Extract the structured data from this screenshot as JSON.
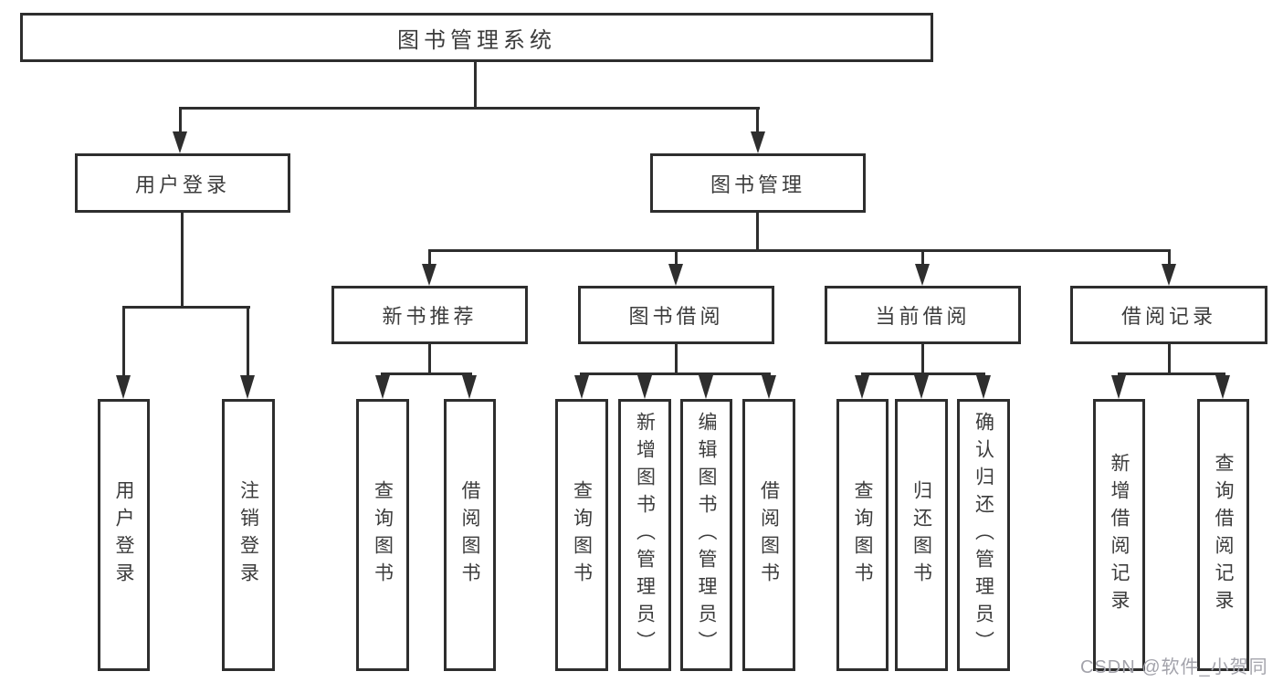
{
  "diagram": {
    "root": "图书管理系统",
    "level1": {
      "user_login": "用户登录",
      "book_mgmt": "图书管理"
    },
    "level2": {
      "new_books": "新书推荐",
      "book_borrow": "图书借阅",
      "current_borrow": "当前借阅",
      "borrow_records": "借阅记录"
    },
    "leaves": {
      "user_login": "用户登录",
      "logout": "注销登录",
      "nb_query": "查询图书",
      "nb_borrow": "借阅图书",
      "bb_query": "查询图书",
      "bb_add": "新增图书（管理员）",
      "bb_edit": "编辑图书（管理员）",
      "bb_borrow": "借阅图书",
      "cb_query": "查询图书",
      "cb_return": "归还图书",
      "cb_confirm": "确认归还（管理员）",
      "br_add": "新增借阅记录",
      "br_query": "查询借阅记录"
    },
    "hierarchy": {
      "图书管理系统": {
        "用户登录": [
          "用户登录",
          "注销登录"
        ],
        "图书管理": {
          "新书推荐": [
            "查询图书",
            "借阅图书"
          ],
          "图书借阅": [
            "查询图书",
            "新增图书（管理员）",
            "编辑图书（管理员）",
            "借阅图书"
          ],
          "当前借阅": [
            "查询图书",
            "归还图书",
            "确认归还（管理员）"
          ],
          "借阅记录": [
            "新增借阅记录",
            "查询借阅记录"
          ]
        }
      }
    },
    "colors": {
      "line": "#2e2e2e",
      "text": "#3c3c3c",
      "watermark": "#a3a3ab",
      "background": "#ffffff"
    },
    "watermark": "CSDN @软件_小贺同学"
  }
}
